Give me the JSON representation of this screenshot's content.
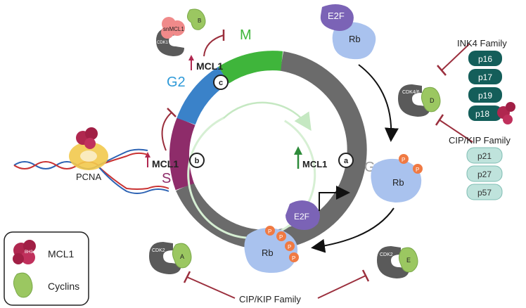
{
  "phases": {
    "g1": "G1",
    "s": "S",
    "g2": "G2",
    "m": "M"
  },
  "markers": {
    "a": "a",
    "b": "b",
    "c": "c"
  },
  "mcl1": {
    "center": "MCL1",
    "s_phase": "MCL1",
    "g2_phase": "MCL1"
  },
  "proteins": {
    "e2f_top": "E2F",
    "rb_top": "Rb",
    "rb_mid": "Rb",
    "rb_bottom": "Rb",
    "e2f_bottom": "E2F",
    "phospho": "P",
    "pcna": "PCNA",
    "cdk1": "CDK1",
    "snmcl1": "snMCL1",
    "cyclin_b": "B",
    "cdk46": "CDK4/6",
    "cyclin_d": "D",
    "cdk2_a": "CDK2",
    "cyclin_a": "A",
    "cdk2_e": "CDK2",
    "cyclin_e": "E"
  },
  "ink4": {
    "title": "INK4 Family",
    "items": [
      "p16",
      "p17",
      "p19",
      "p18"
    ]
  },
  "cipkip_right": {
    "title": "CIP/KIP Family",
    "items": [
      "p21",
      "p27",
      "p57"
    ]
  },
  "cipkip_bottom": {
    "title": "CIP/KIP Family"
  },
  "legend": {
    "bh3": "BH3-cleft",
    "mcl1": "MCL1",
    "cyclins": "Cyclins"
  },
  "colors": {
    "g1": "#6b6b6b",
    "s": "#8e2c6a",
    "g2": "#3a82c9",
    "m": "#3fb53b",
    "mcl1": "#b0274f",
    "rb": "#a9c2ee",
    "e2f": "#7b63b6",
    "cdk": "#5a5a5a",
    "cyclin": "#9bc761",
    "ink4": "#145e5a",
    "cip": "#bfe3dc",
    "inhib": "#9b2f3d",
    "phospho": "#f07a43"
  }
}
